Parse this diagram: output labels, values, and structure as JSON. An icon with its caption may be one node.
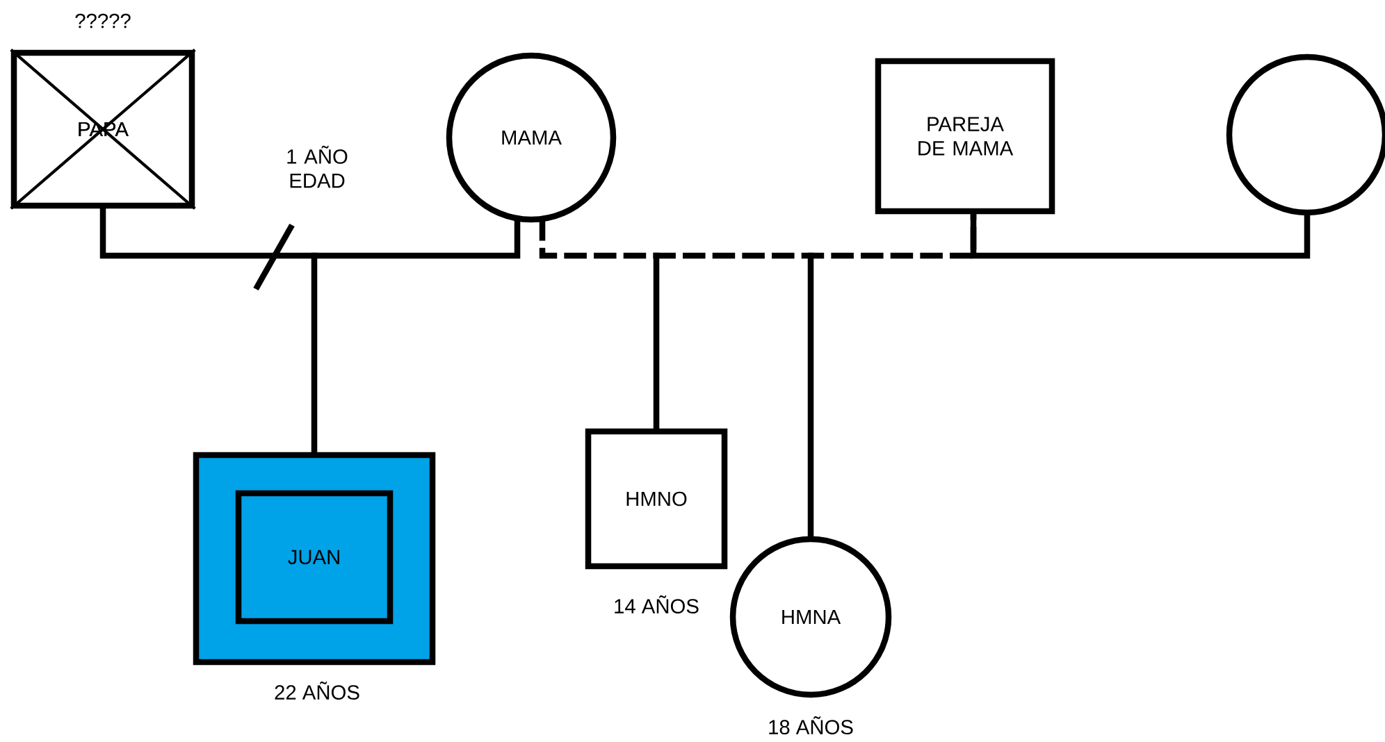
{
  "diagram": {
    "nodes": [
      {
        "text": [
          "PAPA"
        ],
        "beside": [
          "?????"
        ]
      },
      {
        "text": [
          "MAMA"
        ]
      },
      {
        "text": [
          "PAREJA DE MAMA"
        ]
      },
      {
        "text": [],
        "shape": "circle"
      },
      {
        "text": [],
        "shape": "box",
        "beside": [
          "22 AÑOS"
        ]
      },
      {
        "text": [
          "JUAN"
        ],
        "in": 4
      },
      {
        "text": [
          "HMNO"
        ],
        "beside": [
          "14 AÑOS"
        ]
      },
      {
        "text": [
          "HMNA"
        ],
        "beside": [
          "18 AÑOS"
        ]
      }
    ],
    "edges": [
      {
        "from": 0,
        "to": 1,
        "arrow": "none",
        "label": "1 AÑO EDAD"
      },
      {
        "from": 1,
        "to": 2,
        "arrow": "none",
        "style": "dashed"
      },
      {
        "from": 2,
        "to": 3,
        "arrow": "none"
      },
      {
        "from": null,
        "to": 4,
        "arrow": "none"
      },
      {
        "from": null,
        "to": 6,
        "arrow": "none"
      },
      {
        "from": null,
        "to": 7,
        "arrow": "none"
      }
    ]
  }
}
